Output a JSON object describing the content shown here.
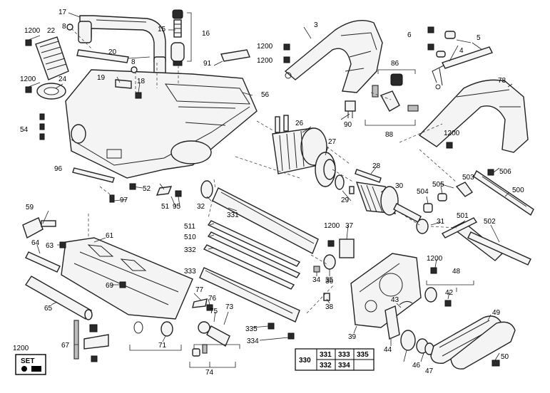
{
  "diagram": {
    "labels": [
      {
        "id": "p17",
        "text": "17"
      },
      {
        "id": "p8a",
        "text": "8"
      },
      {
        "id": "p1200a",
        "text": "1200"
      },
      {
        "id": "p22",
        "text": "22"
      },
      {
        "id": "p20",
        "text": "20"
      },
      {
        "id": "p8b",
        "text": "8"
      },
      {
        "id": "p1200b",
        "text": "1200"
      },
      {
        "id": "p24",
        "text": "24"
      },
      {
        "id": "p19",
        "text": "19"
      },
      {
        "id": "p18",
        "text": "18"
      },
      {
        "id": "p15",
        "text": "15"
      },
      {
        "id": "p16",
        "text": "16"
      },
      {
        "id": "p91",
        "text": "91"
      },
      {
        "id": "p56",
        "text": "56"
      },
      {
        "id": "p54",
        "text": "54"
      },
      {
        "id": "p3",
        "text": "3"
      },
      {
        "id": "p1200c",
        "text": "1200"
      },
      {
        "id": "p1200d",
        "text": "1200"
      },
      {
        "id": "p86",
        "text": "86"
      },
      {
        "id": "p6",
        "text": "6"
      },
      {
        "id": "p4",
        "text": "4"
      },
      {
        "id": "p5",
        "text": "5"
      },
      {
        "id": "p78",
        "text": "78"
      },
      {
        "id": "p90",
        "text": "90"
      },
      {
        "id": "p88",
        "text": "88"
      },
      {
        "id": "p26",
        "text": "26"
      },
      {
        "id": "p1200e",
        "text": "1200"
      },
      {
        "id": "p27",
        "text": "27"
      },
      {
        "id": "p96",
        "text": "96"
      },
      {
        "id": "p52",
        "text": "52"
      },
      {
        "id": "p97",
        "text": "97"
      },
      {
        "id": "p28",
        "text": "28"
      },
      {
        "id": "p506",
        "text": "506"
      },
      {
        "id": "p503",
        "text": "503"
      },
      {
        "id": "p505",
        "text": "505"
      },
      {
        "id": "p504",
        "text": "504"
      },
      {
        "id": "p500",
        "text": "500"
      },
      {
        "id": "p30",
        "text": "30"
      },
      {
        "id": "p29",
        "text": "29"
      },
      {
        "id": "p32",
        "text": "32"
      },
      {
        "id": "p95",
        "text": "95"
      },
      {
        "id": "p51",
        "text": "51"
      },
      {
        "id": "p331",
        "text": "331"
      },
      {
        "id": "p59",
        "text": "59"
      },
      {
        "id": "p511",
        "text": "511"
      },
      {
        "id": "p510",
        "text": "510"
      },
      {
        "id": "p332",
        "text": "332"
      },
      {
        "id": "p333",
        "text": "333"
      },
      {
        "id": "p61",
        "text": "61"
      },
      {
        "id": "p64",
        "text": "64"
      },
      {
        "id": "p63",
        "text": "63"
      },
      {
        "id": "p1200f",
        "text": "1200"
      },
      {
        "id": "p37",
        "text": "37"
      },
      {
        "id": "p31",
        "text": "31"
      },
      {
        "id": "p501",
        "text": "501"
      },
      {
        "id": "p502",
        "text": "502"
      },
      {
        "id": "p36",
        "text": "36"
      },
      {
        "id": "p1200g",
        "text": "1200"
      },
      {
        "id": "p35",
        "text": "35"
      },
      {
        "id": "p34",
        "text": "34"
      },
      {
        "id": "p48",
        "text": "48"
      },
      {
        "id": "p69",
        "text": "69"
      },
      {
        "id": "p65",
        "text": "65"
      },
      {
        "id": "p77",
        "text": "77"
      },
      {
        "id": "p76",
        "text": "76"
      },
      {
        "id": "p75",
        "text": "75"
      },
      {
        "id": "p73",
        "text": "73"
      },
      {
        "id": "p42",
        "text": "42"
      },
      {
        "id": "p43",
        "text": "43"
      },
      {
        "id": "p38",
        "text": "38"
      },
      {
        "id": "p49",
        "text": "49"
      },
      {
        "id": "p39",
        "text": "39"
      },
      {
        "id": "p335",
        "text": "335"
      },
      {
        "id": "p67",
        "text": "67"
      },
      {
        "id": "p71",
        "text": "71"
      },
      {
        "id": "p334",
        "text": "334"
      },
      {
        "id": "p44",
        "text": "44"
      },
      {
        "id": "p46",
        "text": "46"
      },
      {
        "id": "p47",
        "text": "47"
      },
      {
        "id": "p50",
        "text": "50"
      },
      {
        "id": "p74",
        "text": "74"
      },
      {
        "id": "p1200h",
        "text": "1200"
      }
    ],
    "set_table": {
      "main": "330",
      "cells": [
        "331",
        "333",
        "335",
        "332",
        "334",
        ""
      ]
    },
    "set_badge": {
      "text": "SET"
    }
  }
}
